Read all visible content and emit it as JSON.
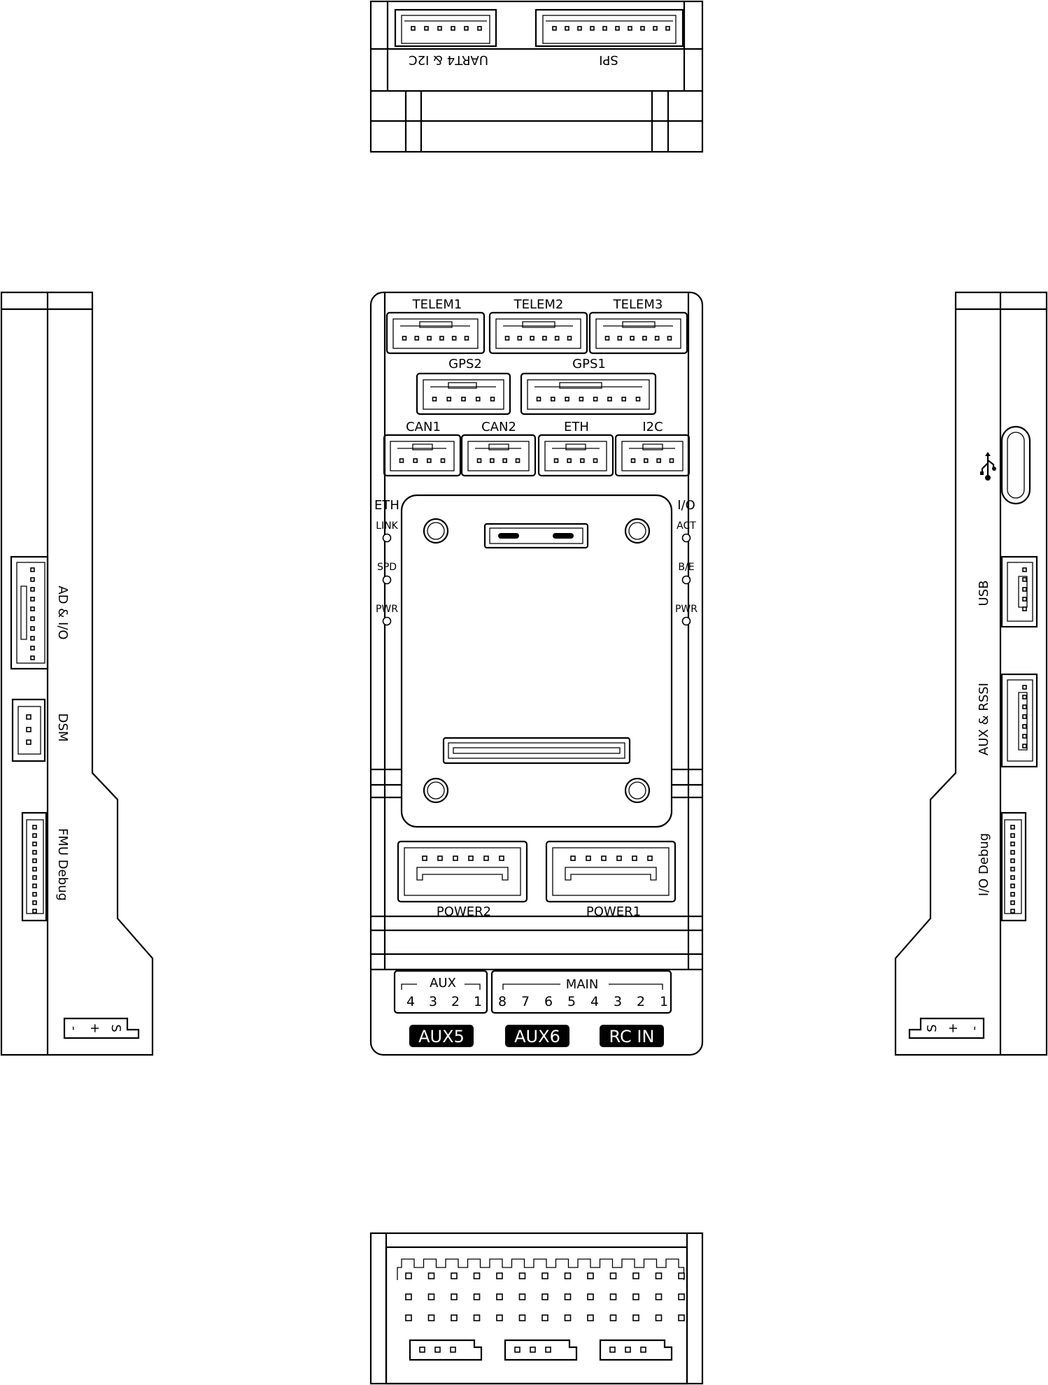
{
  "top_view": {
    "uart4_i2c": "UART4 & I2C",
    "spi": "SPI"
  },
  "front_view": {
    "connectors_row1": [
      "TELEM1",
      "TELEM2",
      "TELEM3"
    ],
    "connectors_row2": [
      "GPS2",
      "GPS1"
    ],
    "connectors_row3": [
      "CAN1",
      "CAN2",
      "ETH",
      "I2C"
    ],
    "eth_leds": {
      "title": "ETH",
      "items": [
        "LINK",
        "SPD",
        "PWR"
      ]
    },
    "io_leds": {
      "title": "I/O",
      "items": [
        "ACT",
        "B/E",
        "PWR"
      ]
    },
    "power_connectors": [
      "POWER2",
      "POWER1"
    ],
    "aux_group": {
      "label": "AUX",
      "pins": [
        "4",
        "3",
        "2",
        "1"
      ]
    },
    "main_group": {
      "label": "MAIN",
      "pins": [
        "8",
        "7",
        "6",
        "5",
        "4",
        "3",
        "2",
        "1"
      ]
    },
    "badges": [
      "AUX5",
      "AUX6",
      "RC IN"
    ]
  },
  "left_view": {
    "connectors": [
      "AD & I/O",
      "DSM",
      "FMU Debug"
    ],
    "servo_pins": [
      "-",
      "+",
      "S"
    ]
  },
  "right_view": {
    "connectors": [
      "USB",
      "AUX & RSSI",
      "I/O Debug"
    ],
    "servo_pins": [
      "S",
      "+",
      "-"
    ],
    "usb_icon": "usb-icon"
  }
}
